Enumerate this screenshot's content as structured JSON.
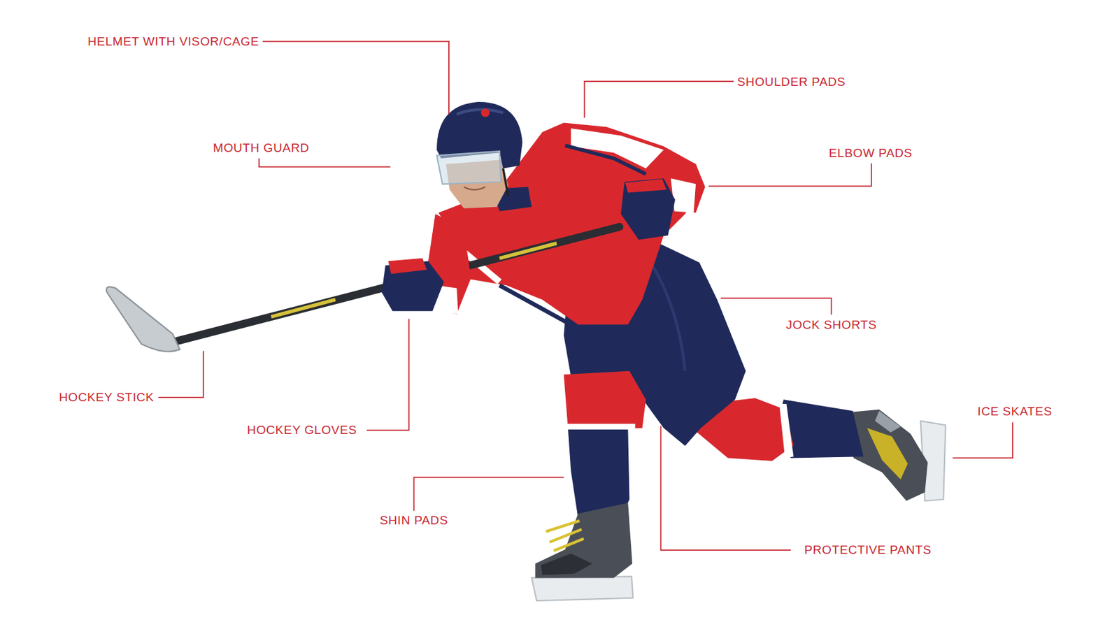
{
  "diagram": {
    "labels": [
      "HELMET WITH VISOR/CAGE",
      "MOUTH GUARD",
      "SHOULDER PADS",
      "ELBOW PADS",
      "JOCK SHORTS",
      "ICE SKATES",
      "HOCKEY STICK",
      "HOCKEY GLOVES",
      "SHIN PADS",
      "PROTECTIVE PANTS"
    ]
  }
}
